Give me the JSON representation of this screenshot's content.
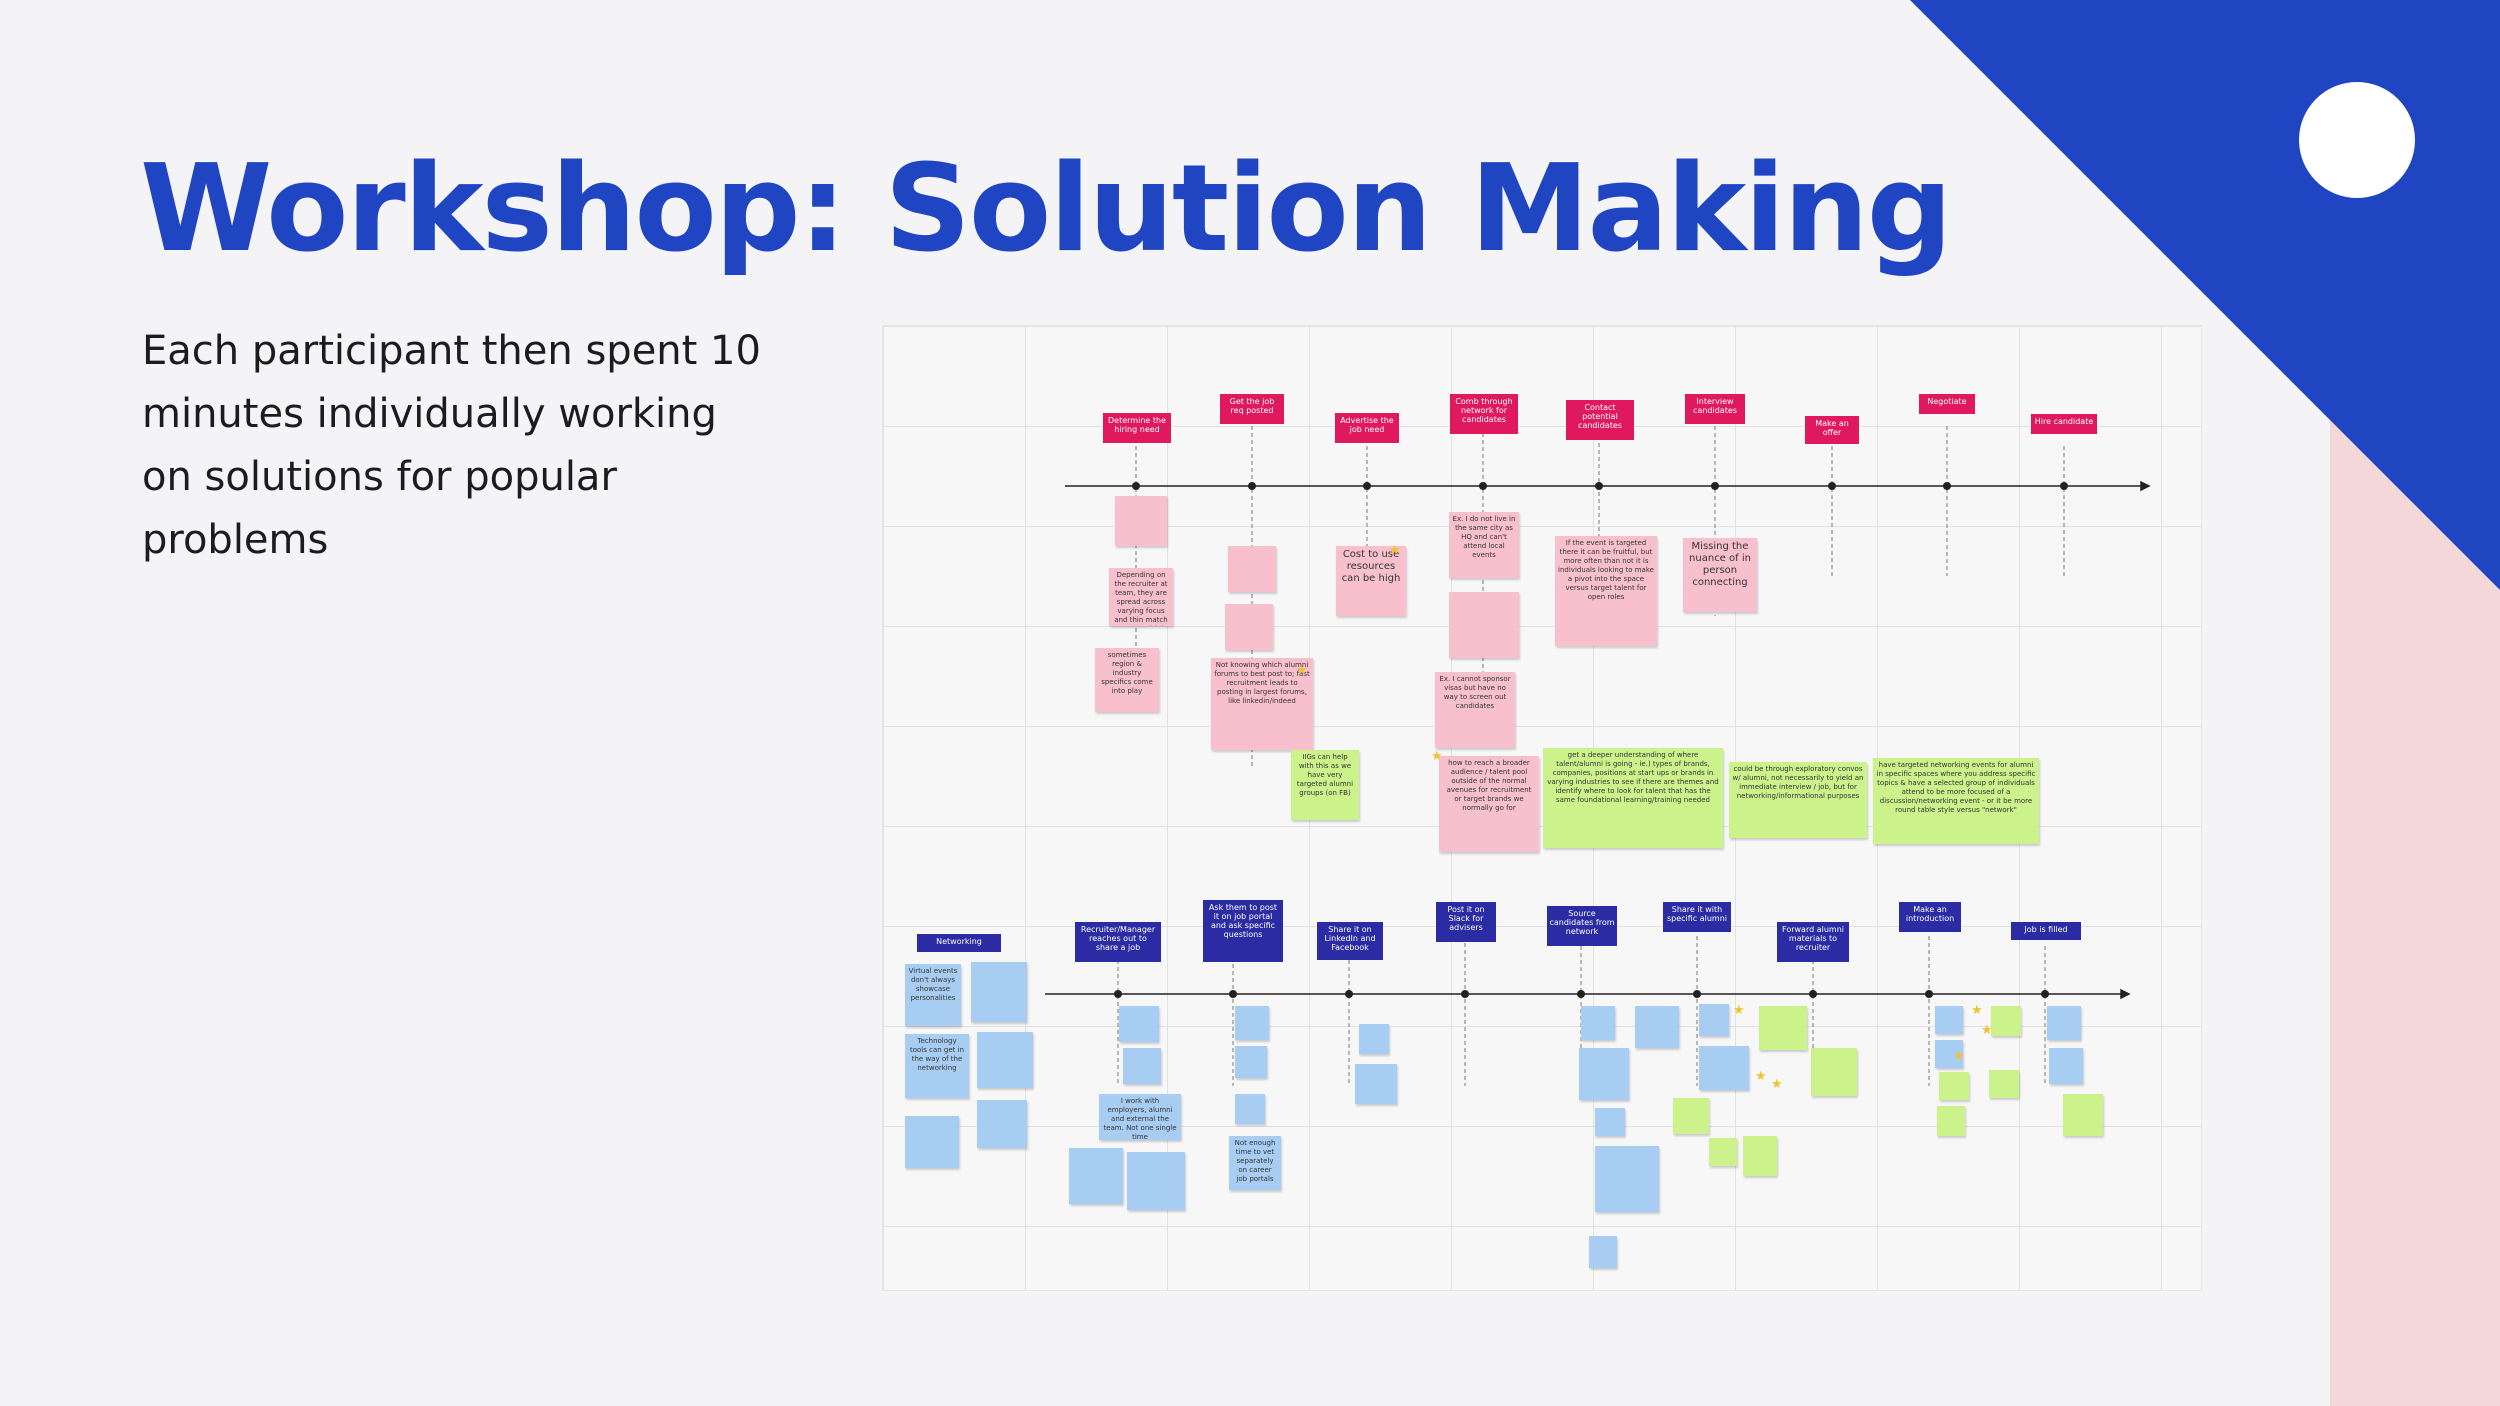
{
  "slide": {
    "title": "Workshop: Solution Making",
    "body": "Each participant then spent 10 minutes individually working on solutions for popular problems"
  },
  "colors": {
    "title": "#1f45c2",
    "accent_blue": "#1f45c2",
    "accent_pink": "#f4d7d8",
    "stage_pink": "#e0195f",
    "stage_navy": "#2b2ca3",
    "note_pink": "#f8c0cc",
    "note_blue": "#a8cdf2",
    "note_green": "#ccf28b"
  },
  "board": {
    "top_row": {
      "stages": [
        "Determine the hiring need",
        "Get the job req posted",
        "Advertise the job need",
        "Comb through network for candidates",
        "Contact potential candidates",
        "Interview candidates",
        "Make an offer",
        "Negotiate",
        "Hire candidate"
      ],
      "pain_notes": [
        "Depending on the recruiter at team, they are spread across varying focus and thin match across multiple industries",
        "sometimes region & industry specifics come into play",
        "Not knowing which alumni forums to best post to; fast recruitment leads to posting in largest forums, like linkedin/indeed",
        "Cost to use resources can be high",
        "Ex. I do not live in the same city as HQ and can't attend local events",
        "Ex. I cannot sponsor visas but have no way to screen out candidates",
        "If the event is targeted there it can be fruitful, but more often than not it is individuals looking to make a pivot into the space versus target talent for open roles",
        "Missing the nuance of in person connecting"
      ],
      "solution_notes": [
        "IIGs can help with this as we have very targeted alumni groups (on FB)",
        "how to reach a broader audience / talent pool outside of the normal avenues for recruitment or target brands we normally go for",
        "get a deeper understanding of where talent/alumni is going - ie.) types of brands, companies, positions at start ups or brands in varying industries to see if there are themes and identify where to look for talent that has the same foundational learning/training needed",
        "could be through exploratory convos w/ alumni, not necessarily to yield an immediate interview / job, but for networking/informational purposes",
        "have targeted networking events for alumni in specific spaces where you address specific topics & have a selected group of individuals attend to be more focused of a discussion/networking event - or it be more round table style versus \"network\""
      ]
    },
    "bottom_row": {
      "side_label": "Networking",
      "stages": [
        "Recruiter/Manager reaches out to share a job",
        "Ask them to post it on job portal and ask specific questions",
        "Share it on LinkedIn and Facebook",
        "Post it on Slack for advisers",
        "Source candidates from network",
        "Share it with specific alumni",
        "Forward alumni materials to recruiter",
        "Make an introduction",
        "Job is filled"
      ],
      "notes": [
        "Virtual events don't always showcase personalities",
        "Technology tools can get in the way of the networking",
        "I work with employers, alumni and external the team. Not one single time",
        "Not enough time to vet separately on career job portals"
      ]
    }
  }
}
